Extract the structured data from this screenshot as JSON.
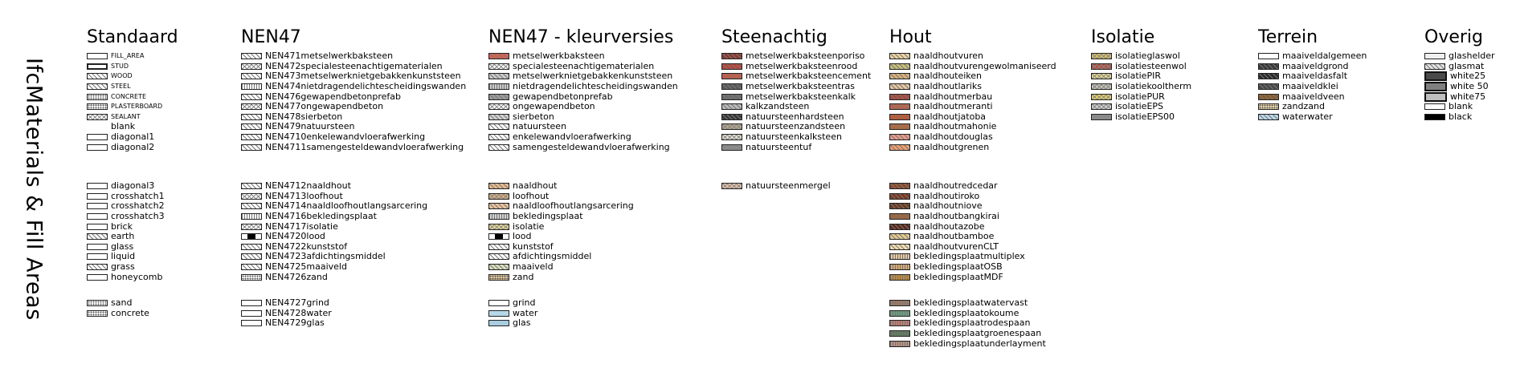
{
  "page_title": "IfcMaterials & Fill Areas",
  "columns": [
    {
      "title": "Standaard",
      "key": "standaard",
      "groups": [
        {
          "items": [
            {
              "label": "FILL_AREA",
              "small": true,
              "color": "#ffffff",
              "pattern": "none"
            },
            {
              "label": "STUD",
              "small": true,
              "color": "#ffffff",
              "pattern": "thick"
            },
            {
              "label": "WOOD",
              "small": true,
              "color": "#ffffff",
              "pattern": "hatch"
            },
            {
              "label": "STEEL",
              "small": true,
              "color": "#ffffff",
              "pattern": "hatch"
            },
            {
              "label": "CONCRETE",
              "small": true,
              "color": "#ffffff",
              "pattern": "dots"
            },
            {
              "label": "PLASTERBOARD",
              "small": true,
              "color": "#ffffff",
              "pattern": "dots"
            },
            {
              "label": "SEALANT",
              "small": true,
              "color": "#ffffff",
              "pattern": "cross"
            },
            {
              "label": "blank",
              "color": "#ffffff",
              "pattern": "none",
              "noborder": true
            },
            {
              "label": "diagonal1",
              "color": "#ffffff",
              "pattern": "none"
            },
            {
              "label": "diagonal2",
              "color": "#ffffff",
              "pattern": "none"
            }
          ]
        },
        {
          "items": [
            {
              "label": "diagonal3",
              "color": "#ffffff",
              "pattern": "none"
            },
            {
              "label": "crosshatch1",
              "color": "#ffffff",
              "pattern": "none"
            },
            {
              "label": "crosshatch2",
              "color": "#ffffff",
              "pattern": "none"
            },
            {
              "label": "crosshatch3",
              "color": "#ffffff",
              "pattern": "none"
            },
            {
              "label": "brick",
              "color": "#ffffff",
              "pattern": "none"
            },
            {
              "label": "earth",
              "color": "#ffffff",
              "pattern": "hatch"
            },
            {
              "label": "glass",
              "color": "#ffffff",
              "pattern": "none"
            },
            {
              "label": "liquid",
              "color": "#ffffff",
              "pattern": "none"
            },
            {
              "label": "grass",
              "color": "#ffffff",
              "pattern": "hatch"
            },
            {
              "label": "honeycomb",
              "color": "#ffffff",
              "pattern": "none"
            }
          ]
        },
        {
          "items": [
            {
              "label": "sand",
              "color": "#ffffff",
              "pattern": "dots"
            },
            {
              "label": "concrete",
              "color": "#ffffff",
              "pattern": "dots"
            }
          ]
        }
      ]
    },
    {
      "title": "NEN47",
      "key": "nen47",
      "groups": [
        {
          "items": [
            {
              "label": "NEN471metselwerkbaksteen",
              "color": "#ffffff",
              "pattern": "hatch"
            },
            {
              "label": "NEN472specialesteenachtigematerialen",
              "color": "#ffffff",
              "pattern": "cross"
            },
            {
              "label": "NEN473metselwerknietgebakkenkunststeen",
              "color": "#ffffff",
              "pattern": "hatch"
            },
            {
              "label": "NEN474nietdragendelichtescheidingswanden",
              "color": "#ffffff",
              "pattern": "vert"
            },
            {
              "label": "NEN476gewapendbetonprefab",
              "color": "#ffffff",
              "pattern": "hatch"
            },
            {
              "label": "NEN477ongewapendbeton",
              "color": "#ffffff",
              "pattern": "cross"
            },
            {
              "label": "NEN478sierbeton",
              "color": "#ffffff",
              "pattern": "hatch"
            },
            {
              "label": "NEN479natuursteen",
              "color": "#ffffff",
              "pattern": "hatch"
            },
            {
              "label": "NEN4710enkelewandvloerafwerking",
              "color": "#ffffff",
              "pattern": "hatch"
            },
            {
              "label": "NEN4711samengesteldewandvloerafwerking",
              "color": "#ffffff",
              "pattern": "hatch"
            }
          ]
        },
        {
          "items": [
            {
              "label": "NEN4712naaldhout",
              "color": "#ffffff",
              "pattern": "hatch"
            },
            {
              "label": "NEN4713loofhout",
              "color": "#ffffff",
              "pattern": "cross"
            },
            {
              "label": "NEN4714naaldloofhoutlangsarcering",
              "color": "#ffffff",
              "pattern": "hatch"
            },
            {
              "label": "NEN4716bekledingsplaat",
              "color": "#ffffff",
              "pattern": "vert"
            },
            {
              "label": "NEN4717isolatie",
              "color": "#ffffff",
              "pattern": "cross"
            },
            {
              "label": "NEN4720lood",
              "color": "#ffffff",
              "pattern": "lead"
            },
            {
              "label": "NEN4722kunststof",
              "color": "#ffffff",
              "pattern": "hatch"
            },
            {
              "label": "NEN4723afdichtingsmiddel",
              "color": "#ffffff",
              "pattern": "hatch"
            },
            {
              "label": "NEN4725maaiveld",
              "color": "#ffffff",
              "pattern": "hatch"
            },
            {
              "label": "NEN4726zand",
              "color": "#ffffff",
              "pattern": "dots"
            }
          ]
        },
        {
          "items": [
            {
              "label": "NEN4727grind",
              "color": "#ffffff",
              "pattern": "none"
            },
            {
              "label": "NEN4728water",
              "color": "#ffffff",
              "pattern": "none"
            },
            {
              "label": "NEN4729glas",
              "color": "#ffffff",
              "pattern": "none"
            }
          ]
        }
      ]
    },
    {
      "title": "NEN47 - kleurversies",
      "key": "kleur",
      "groups": [
        {
          "items": [
            {
              "label": "metselwerkbaksteen",
              "color": "#d9624f",
              "pattern": "hatch"
            },
            {
              "label": "specialesteenachtigematerialen",
              "color": "#ffffff",
              "pattern": "cross"
            },
            {
              "label": "metselwerknietgebakkenkunststeen",
              "color": "#c7c7c7",
              "pattern": "hatch"
            },
            {
              "label": "nietdragendelichtescheidingswanden",
              "color": "#c9c9c9",
              "pattern": "vert"
            },
            {
              "label": "gewapendbetonprefab",
              "color": "#9a9a9a",
              "pattern": "hatch"
            },
            {
              "label": "ongewapendbeton",
              "color": "#ffffff",
              "pattern": "cross"
            },
            {
              "label": "sierbeton",
              "color": "#cfcfcf",
              "pattern": "hatch"
            },
            {
              "label": "natuursteen",
              "color": "#ffffff",
              "pattern": "hatch"
            },
            {
              "label": "enkelewandvloerafwerking",
              "color": "#ffffff",
              "pattern": "hatch"
            },
            {
              "label": "samengesteldewandvloerafwerking",
              "color": "#ffffff",
              "pattern": "hatch"
            }
          ]
        },
        {
          "items": [
            {
              "label": "naaldhout",
              "color": "#e5b88a",
              "pattern": "hatch"
            },
            {
              "label": "loofhout",
              "color": "#dcae7b",
              "pattern": "cross"
            },
            {
              "label": "naaldloofhoutlangsarcering",
              "color": "#e9c29a",
              "pattern": "hatch"
            },
            {
              "label": "bekledingsplaat",
              "color": "#d0d0d0",
              "pattern": "vert"
            },
            {
              "label": "isolatie",
              "color": "#e8d98e",
              "pattern": "cross"
            },
            {
              "label": "lood",
              "color": "#ffffff",
              "pattern": "lead"
            },
            {
              "label": "kunststof",
              "color": "#ffffff",
              "pattern": "hatch"
            },
            {
              "label": "afdichtingsmiddel",
              "color": "#ffffff",
              "pattern": "hatch"
            },
            {
              "label": "maaiveld",
              "color": "#d8dcb8",
              "pattern": "hatch"
            },
            {
              "label": "zand",
              "color": "#e0c49a",
              "pattern": "dots"
            }
          ]
        },
        {
          "items": [
            {
              "label": "grind",
              "color": "#ffffff",
              "pattern": "none"
            },
            {
              "label": "water",
              "color": "#b6d8e8",
              "pattern": "none"
            },
            {
              "label": "glas",
              "color": "#a9cde0",
              "pattern": "none"
            }
          ]
        }
      ]
    },
    {
      "title": "Steenachtig",
      "key": "steen",
      "groups": [
        {
          "items": [
            {
              "label": "metselwerkbaksteenporiso",
              "color": "#8a3a32",
              "pattern": "hatch"
            },
            {
              "label": "metselwerkbaksteenrood",
              "color": "#b8473a",
              "pattern": "hatch"
            },
            {
              "label": "metselwerkbaksteencement",
              "color": "#c95a46",
              "pattern": "hatch"
            },
            {
              "label": "metselwerkbaksteentras",
              "color": "#5a5a5a",
              "pattern": "hatch"
            },
            {
              "label": "metselwerkbaksteenkalk",
              "color": "#6b6b6b",
              "pattern": "hatch"
            },
            {
              "label": "kalkzandsteen",
              "color": "#b9b9b9",
              "pattern": "hatch"
            },
            {
              "label": "natuursteenhardsteen",
              "color": "#3a3a3a",
              "pattern": "hatch"
            },
            {
              "label": "natuursteenzandsteen",
              "color": "#b8a58a",
              "pattern": "cross"
            },
            {
              "label": "natuursteenkalksteen",
              "color": "#e6e2d6",
              "pattern": "cross"
            },
            {
              "label": "natuursteentuf",
              "color": "#8c8c8c",
              "pattern": "cross"
            }
          ]
        },
        {
          "items": [
            {
              "label": "natuursteenmergel",
              "color": "#e8c1a4",
              "pattern": "cross"
            }
          ]
        }
      ]
    },
    {
      "title": "Hout",
      "key": "hout",
      "groups": [
        {
          "items": [
            {
              "label": "naaldhoutvuren",
              "color": "#e9d3a0",
              "pattern": "hatch"
            },
            {
              "label": "naaldhoutvurengewolmaniseerd",
              "color": "#c8c07a",
              "pattern": "hatch"
            },
            {
              "label": "naaldhouteiken",
              "color": "#d8b27a",
              "pattern": "hatch"
            },
            {
              "label": "naaldhoutlariks",
              "color": "#e8c8a0",
              "pattern": "hatch"
            },
            {
              "label": "naaldhoutmerbau",
              "color": "#a8483a",
              "pattern": "hatch"
            },
            {
              "label": "naaldhoutmeranti",
              "color": "#c0644a",
              "pattern": "hatch"
            },
            {
              "label": "naaldhoutjatoba",
              "color": "#c0582e",
              "pattern": "hatch"
            },
            {
              "label": "naaldhoutmahonie",
              "color": "#b8683a",
              "pattern": "hatch"
            },
            {
              "label": "naaldhoutdouglas",
              "color": "#e89a8a",
              "pattern": "hatch"
            },
            {
              "label": "naaldhoutgrenen",
              "color": "#f0a070",
              "pattern": "hatch"
            }
          ]
        },
        {
          "items": [
            {
              "label": "naaldhoutredcedar",
              "color": "#8a4a2a",
              "pattern": "hatch"
            },
            {
              "label": "naaldhoutiroko",
              "color": "#7a3a22",
              "pattern": "hatch"
            },
            {
              "label": "naaldhoutniove",
              "color": "#6a3a20",
              "pattern": "hatch"
            },
            {
              "label": "naaldhoutbangkirai",
              "color": "#a06438",
              "pattern": "hatch"
            },
            {
              "label": "naaldhoutazobe",
              "color": "#5a2a1a",
              "pattern": "hatch"
            },
            {
              "label": "naaldhoutbamboe",
              "color": "#e8cc90",
              "pattern": "hatch"
            },
            {
              "label": "naaldhoutvurenCLT",
              "color": "#f0dcae",
              "pattern": "hatch"
            },
            {
              "label": "bekledingsplaatmultiplex",
              "color": "#e6c8a0",
              "pattern": "vert"
            },
            {
              "label": "bekledingsplaatOSB",
              "color": "#d6a870",
              "pattern": "vert"
            },
            {
              "label": "bekledingsplaatMDF",
              "color": "#c08a3a",
              "pattern": "vert"
            }
          ]
        },
        {
          "items": [
            {
              "label": "bekledingsplaatwatervast",
              "color": "#a07860",
              "pattern": "vert"
            },
            {
              "label": "bekledingsplaatokoume",
              "color": "#6aa080",
              "pattern": "vert"
            },
            {
              "label": "bekledingsplaatrodespaan",
              "color": "#c07a70",
              "pattern": "vert"
            },
            {
              "label": "bekledingsplaatgroenespaan",
              "color": "#5a7a5a",
              "pattern": "vert"
            },
            {
              "label": "bekledingsplaatunderlayment",
              "color": "#b89080",
              "pattern": "vert"
            }
          ]
        }
      ]
    },
    {
      "title": "Isolatie",
      "key": "iso",
      "groups": [
        {
          "items": [
            {
              "label": "isolatieglaswol",
              "color": "#d8c060",
              "pattern": "cross"
            },
            {
              "label": "isolatiesteenwol",
              "color": "#b84a3a",
              "pattern": "cross"
            },
            {
              "label": "isolatiePIR",
              "color": "#e6d88a",
              "pattern": "cross"
            },
            {
              "label": "isolatiekooltherm",
              "color": "#c8c4b8",
              "pattern": "cross"
            },
            {
              "label": "isolatiePUR",
              "color": "#e8d060",
              "pattern": "cross"
            },
            {
              "label": "isolatieEPS",
              "color": "#d0d0d0",
              "pattern": "cross"
            },
            {
              "label": "isolatieEPS00",
              "color": "#8a8a8a",
              "pattern": "cross"
            }
          ]
        }
      ]
    },
    {
      "title": "Terrein",
      "key": "terrein",
      "groups": [
        {
          "items": [
            {
              "label": "maaiveldalgemeen",
              "color": "#ffffff",
              "pattern": "none"
            },
            {
              "label": "maaiveldgrond",
              "color": "#3a3a3a",
              "pattern": "hatch"
            },
            {
              "label": "maaiveldasfalt",
              "color": "#2a2a2a",
              "pattern": "hatch"
            },
            {
              "label": "maaiveldklei",
              "color": "#4a4a4a",
              "pattern": "hatch"
            },
            {
              "label": "maaiveldveen",
              "color": "#8a5a2a",
              "pattern": "hatch"
            },
            {
              "label": "zandzand",
              "color": "#e8d4a8",
              "pattern": "dots"
            },
            {
              "label": "waterwater",
              "color": "#b8d8ea",
              "pattern": "hatch"
            }
          ]
        }
      ]
    },
    {
      "title": "Overig",
      "key": "overig",
      "groups": [
        {
          "items": [
            {
              "label": "glashelder",
              "color": "#f0f0f0",
              "pattern": "none"
            },
            {
              "label": "glasmat",
              "color": "#e4e4e4",
              "pattern": "hatch"
            },
            {
              "label": "white25",
              "color": "#4a4a4a",
              "pattern": "none",
              "big": true
            },
            {
              "label": "white 50",
              "color": "#7f7f7f",
              "pattern": "none",
              "big": true
            },
            {
              "label": "white75",
              "color": "#bfbfbf",
              "pattern": "none",
              "big": true
            },
            {
              "label": "blank",
              "color": "#ffffff",
              "pattern": "none"
            },
            {
              "label": "black",
              "color": "#000000",
              "pattern": "none"
            }
          ]
        }
      ]
    }
  ]
}
